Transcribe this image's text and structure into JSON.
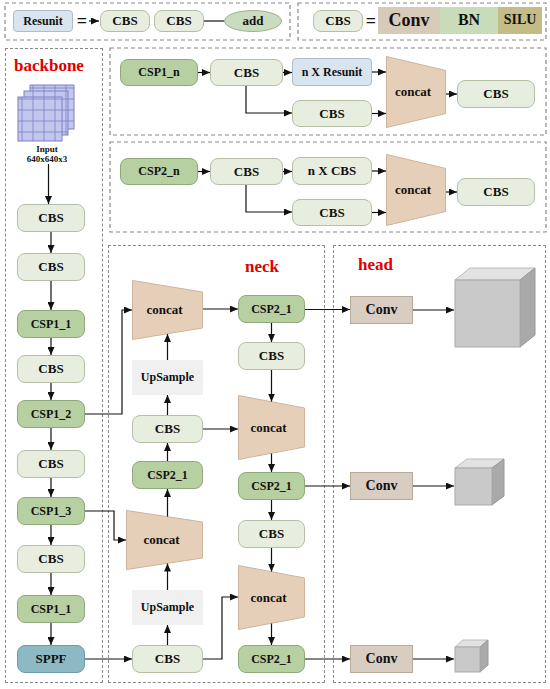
{
  "diagram": {
    "nodes": [
      {
        "text": [
          "Resunit"
        ]
      },
      {
        "text": [
          "CBS"
        ]
      },
      {
        "text": [
          "CBS"
        ]
      },
      {
        "text": [
          "add"
        ]
      },
      {
        "text": [
          "CBS"
        ]
      },
      {
        "text": [
          "Conv"
        ]
      },
      {
        "text": [
          "BN"
        ]
      },
      {
        "text": [
          "SILU"
        ]
      },
      {
        "text": [
          "backbone"
        ]
      },
      {
        "text": [
          "Input 640x640x3"
        ],
        "in": 8
      },
      {
        "text": [
          "CBS"
        ],
        "in": 8
      },
      {
        "text": [
          "CBS"
        ],
        "in": 8
      },
      {
        "text": [
          "CSP1_1"
        ],
        "in": 8
      },
      {
        "text": [
          "CBS"
        ],
        "in": 8
      },
      {
        "text": [
          "CSP1_2"
        ],
        "in": 8
      },
      {
        "text": [
          "CBS"
        ],
        "in": 8
      },
      {
        "text": [
          "CSP1_3"
        ],
        "in": 8
      },
      {
        "text": [
          "CBS"
        ],
        "in": 8
      },
      {
        "text": [
          "CSP1_1"
        ],
        "in": 8
      },
      {
        "text": [
          "SPPF"
        ],
        "in": 8
      },
      {
        "text": [
          "CSP1_n"
        ]
      },
      {
        "text": [
          "CBS"
        ]
      },
      {
        "text": [
          "n X Resunit"
        ]
      },
      {
        "text": [
          "CBS"
        ]
      },
      {
        "text": [
          "concat"
        ]
      },
      {
        "text": [
          "CBS"
        ]
      },
      {
        "text": [
          "CSP2_n"
        ]
      },
      {
        "text": [
          "CBS"
        ]
      },
      {
        "text": [
          "n X CBS"
        ]
      },
      {
        "text": [
          "CBS"
        ]
      },
      {
        "text": [
          "concat"
        ]
      },
      {
        "text": [
          "CBS"
        ]
      },
      {
        "text": [
          "neck"
        ]
      },
      {
        "text": [
          "concat"
        ],
        "in": 32
      },
      {
        "text": [
          "CSP2_1"
        ],
        "in": 32
      },
      {
        "text": [
          "UpSample"
        ],
        "in": 32
      },
      {
        "text": [
          "CBS"
        ],
        "in": 32
      },
      {
        "text": [
          "CBS"
        ],
        "in": 32
      },
      {
        "text": [
          "concat"
        ],
        "in": 32
      },
      {
        "text": [
          "CSP2_1"
        ],
        "in": 32
      },
      {
        "text": [
          "CSP2_1"
        ],
        "in": 32
      },
      {
        "text": [
          "concat"
        ],
        "in": 32
      },
      {
        "text": [
          "CBS"
        ],
        "in": 32
      },
      {
        "text": [
          "UpSample"
        ],
        "in": 32
      },
      {
        "text": [
          "concat"
        ],
        "in": 32
      },
      {
        "text": [
          "CBS"
        ],
        "in": 32
      },
      {
        "text": [
          "CSP2_1"
        ],
        "in": 32
      },
      {
        "text": [
          "head"
        ]
      },
      {
        "text": [
          "Conv"
        ],
        "in": 47
      },
      {
        "text": [
          "Conv"
        ],
        "in": 47
      },
      {
        "text": [
          "Conv"
        ],
        "in": 47
      }
    ],
    "edges": [
      {
        "from": 2,
        "to": 3,
        "arrow": "none"
      },
      {
        "from": 9,
        "to": 10,
        "arrow": "to"
      },
      {
        "from": 10,
        "to": 11,
        "arrow": "to"
      },
      {
        "from": 11,
        "to": 12,
        "arrow": "to"
      },
      {
        "from": 12,
        "to": 13,
        "arrow": "to"
      },
      {
        "from": 13,
        "to": 14,
        "arrow": "to"
      },
      {
        "from": 14,
        "to": 15,
        "arrow": "to"
      },
      {
        "from": 15,
        "to": 16,
        "arrow": "to"
      },
      {
        "from": 16,
        "to": 17,
        "arrow": "to"
      },
      {
        "from": 17,
        "to": 18,
        "arrow": "to"
      },
      {
        "from": 18,
        "to": 19,
        "arrow": "to"
      },
      {
        "from": 20,
        "to": 21,
        "arrow": "to"
      },
      {
        "from": 21,
        "to": 22,
        "arrow": "to"
      },
      {
        "from": 21,
        "to": 23,
        "arrow": "to"
      },
      {
        "from": 22,
        "to": 24,
        "arrow": "to"
      },
      {
        "from": 23,
        "to": 24,
        "arrow": "to"
      },
      {
        "from": 24,
        "to": 25,
        "arrow": "to"
      },
      {
        "from": 26,
        "to": 27,
        "arrow": "to"
      },
      {
        "from": 27,
        "to": 28,
        "arrow": "to"
      },
      {
        "from": 27,
        "to": 29,
        "arrow": "to"
      },
      {
        "from": 28,
        "to": 30,
        "arrow": "to"
      },
      {
        "from": 29,
        "to": 30,
        "arrow": "to"
      },
      {
        "from": 30,
        "to": 31,
        "arrow": "to"
      },
      {
        "from": 14,
        "to": 33,
        "arrow": "to"
      },
      {
        "from": 35,
        "to": 33,
        "arrow": "to"
      },
      {
        "from": 33,
        "to": 34,
        "arrow": "to"
      },
      {
        "from": 34,
        "to": 36,
        "arrow": "to"
      },
      {
        "from": 36,
        "to": 38,
        "arrow": "to"
      },
      {
        "from": 37,
        "to": 35,
        "arrow": "to"
      },
      {
        "from": 37,
        "to": 38,
        "arrow": "to"
      },
      {
        "from": 39,
        "to": 37,
        "arrow": "to"
      },
      {
        "from": 41,
        "to": 39,
        "arrow": "to"
      },
      {
        "from": 16,
        "to": 41,
        "arrow": "to"
      },
      {
        "from": 43,
        "to": 41,
        "arrow": "to"
      },
      {
        "from": 45,
        "to": 43,
        "arrow": "to"
      },
      {
        "from": 19,
        "to": 45,
        "arrow": "to"
      },
      {
        "from": 45,
        "to": 44,
        "arrow": "to"
      },
      {
        "from": 38,
        "to": 40,
        "arrow": "to"
      },
      {
        "from": 40,
        "to": 42,
        "arrow": "to"
      },
      {
        "from": 42,
        "to": 44,
        "arrow": "to"
      },
      {
        "from": 44,
        "to": 46,
        "arrow": "to"
      },
      {
        "from": 34,
        "to": 48,
        "arrow": "to"
      },
      {
        "from": 40,
        "to": 49,
        "arrow": "to"
      },
      {
        "from": 46,
        "to": 50,
        "arrow": "to"
      }
    ],
    "labels": [
      "=",
      "="
    ]
  }
}
